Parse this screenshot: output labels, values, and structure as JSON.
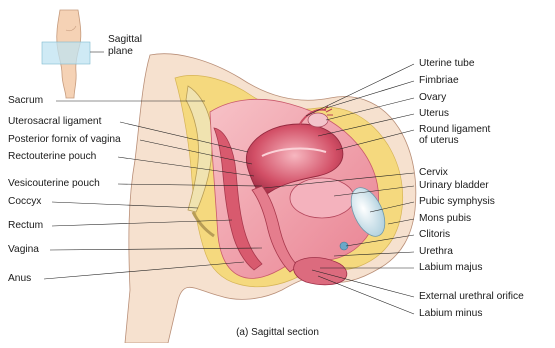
{
  "labels_left": [
    {
      "key": "sacrum",
      "text": "Sacrum"
    },
    {
      "key": "uterosacral",
      "text": "Uterosacral ligament"
    },
    {
      "key": "posterior_fornix",
      "text": "Posterior fornix of vagina"
    },
    {
      "key": "rectouterine",
      "text": "Rectouterine pouch"
    },
    {
      "key": "vesicouterine",
      "text": "Vesicouterine pouch"
    },
    {
      "key": "coccyx",
      "text": "Coccyx"
    },
    {
      "key": "rectum",
      "text": "Rectum"
    },
    {
      "key": "vagina",
      "text": "Vagina"
    },
    {
      "key": "anus",
      "text": "Anus"
    }
  ],
  "labels_right": [
    {
      "key": "uterine_tube",
      "text": "Uterine tube"
    },
    {
      "key": "fimbriae",
      "text": "Fimbriae"
    },
    {
      "key": "ovary",
      "text": "Ovary"
    },
    {
      "key": "uterus",
      "text": "Uterus"
    },
    {
      "key": "round_lig_1",
      "text": "Round ligament"
    },
    {
      "key": "round_lig_2",
      "text": "of uterus"
    },
    {
      "key": "cervix",
      "text": "Cervix"
    },
    {
      "key": "bladder",
      "text": "Urinary bladder"
    },
    {
      "key": "pubic_symphysis",
      "text": "Pubic symphysis"
    },
    {
      "key": "mons_pubis",
      "text": "Mons pubis"
    },
    {
      "key": "clitoris",
      "text": "Clitoris"
    },
    {
      "key": "urethra",
      "text": "Urethra"
    },
    {
      "key": "labium_majus",
      "text": "Labium majus"
    },
    {
      "key": "ext_urethral",
      "text": "External urethral orifice"
    },
    {
      "key": "labium_minus",
      "text": "Labium minus"
    }
  ],
  "inset": {
    "line1": "Sagittal",
    "line2": "plane"
  },
  "caption": "(a) Sagittal section",
  "colors": {
    "skin": "#f4dcc6",
    "muscle": "#d9566a",
    "muscle_light": "#ef9aa6",
    "fat": "#f3d77a",
    "bone": "#f1e6b8",
    "plane": "#bfe3f2",
    "bladder": "#cfe6f0"
  }
}
